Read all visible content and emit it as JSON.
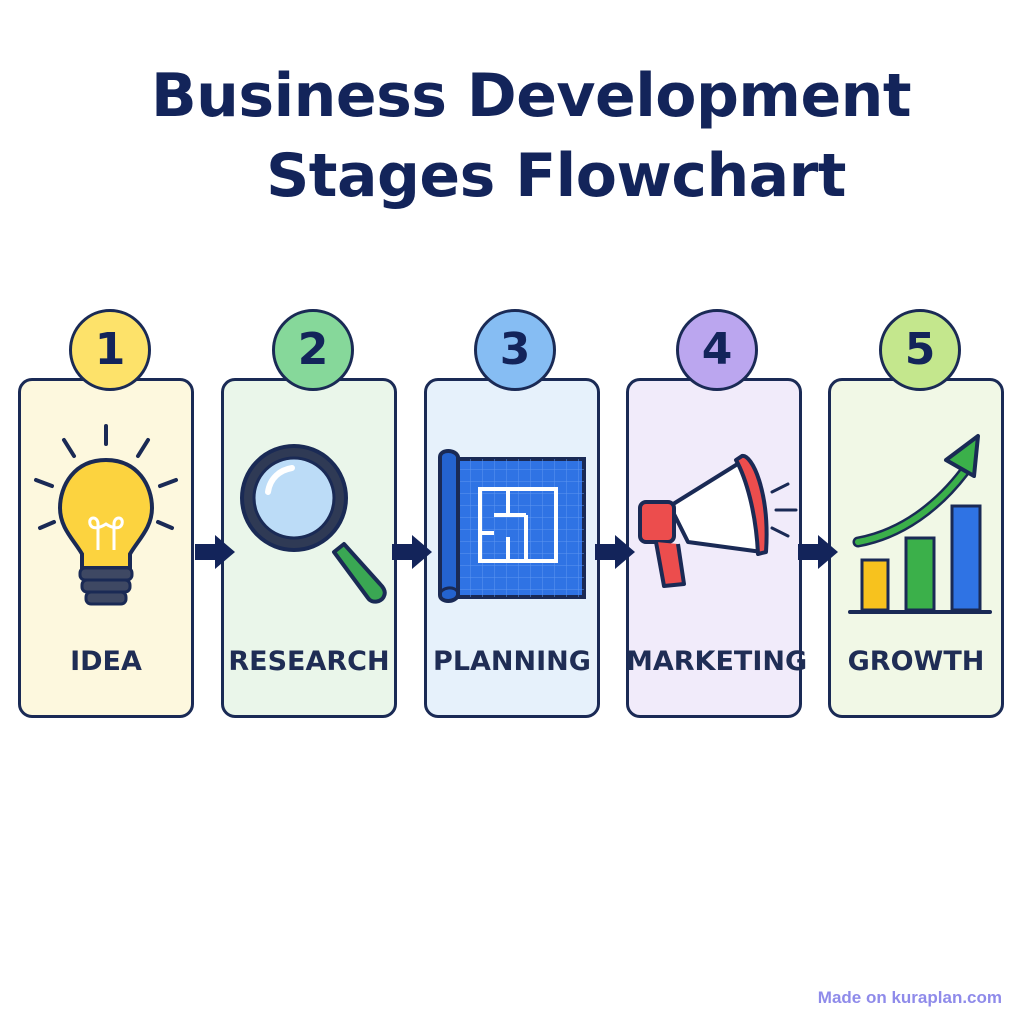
{
  "title": {
    "line1": "Business Development",
    "line2": "Stages Flowchart"
  },
  "stages": [
    {
      "number": "1",
      "label": "IDEA",
      "icon": "lightbulb-icon",
      "color": "#fde26a",
      "bg": "#fdf8de"
    },
    {
      "number": "2",
      "label": "RESEARCH",
      "icon": "magnifier-icon",
      "color": "#86d89a",
      "bg": "#eaf6ea"
    },
    {
      "number": "3",
      "label": "PLANNING",
      "icon": "blueprint-icon",
      "color": "#86bdf3",
      "bg": "#e6f1fb"
    },
    {
      "number": "4",
      "label": "MARKETING",
      "icon": "megaphone-icon",
      "color": "#bba6ef",
      "bg": "#f1ebfa"
    },
    {
      "number": "5",
      "label": "GROWTH",
      "icon": "growth-chart-icon",
      "color": "#c4e78d",
      "bg": "#f1f8e6"
    }
  ],
  "footer": "Made on kuraplan.com"
}
